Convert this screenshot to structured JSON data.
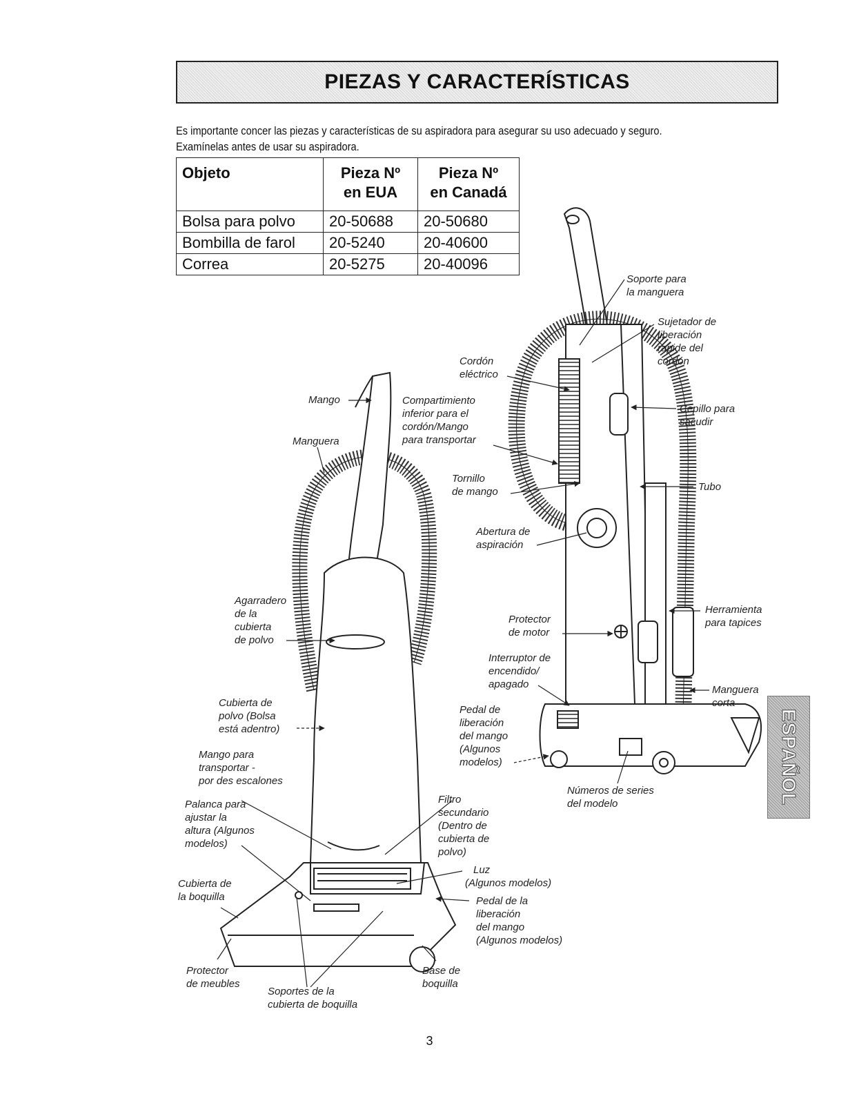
{
  "header": {
    "title": "PIEZAS Y CARACTERÍSTICAS"
  },
  "intro": {
    "line1": "Es importante concer las piezas y características de su aspiradora para asegurar su uso adecuado y seguro.",
    "line2": "Examínelas antes de usar su aspiradora."
  },
  "parts_table": {
    "headers": [
      "Objeto",
      "Pieza Nº en EUA",
      "Pieza Nº en Canadá"
    ],
    "header_lines": [
      [
        "Objeto"
      ],
      [
        "Pieza Nº",
        "en EUA"
      ],
      [
        "Pieza Nº",
        "en Canadá"
      ]
    ],
    "rows": [
      [
        "Bolsa para polvo",
        "20-50688",
        "20-50680"
      ],
      [
        "Bombilla de farol",
        "20-5240",
        "20-40600"
      ],
      [
        "Correa",
        "20-5275",
        "20-40096"
      ]
    ]
  },
  "front_labels": {
    "mango": "Mango",
    "manguera": "Manguera",
    "agarradero": [
      "Agarradero",
      "de la",
      "cubierta",
      "de polvo"
    ],
    "cubierta_polvo": [
      "Cubierta de",
      "polvo (Bolsa",
      "está adentro)"
    ],
    "mango_transportar": [
      "Mango para",
      "transportar -",
      "por des escalones"
    ],
    "palanca": [
      "Palanca para",
      "ajustar la",
      "altura (Algunos",
      "modelos)"
    ],
    "cubierta_boquilla": [
      "Cubierta de",
      "la boquilla"
    ],
    "protector_muebles": [
      "Protector",
      "de meubles"
    ],
    "soportes": [
      "Soportes de la",
      "cubierta de boquilla"
    ],
    "base_boquilla": [
      "Base de",
      "boquilla"
    ],
    "pedal_liberacion": [
      "Pedal de la",
      "liberación",
      "del mango",
      "(Algunos modelos)"
    ],
    "luz": [
      "Luz",
      "(Algunos modelos)"
    ],
    "filtro": [
      "Filtro",
      "secundario",
      "(Dentro de",
      "cubierta de",
      "polvo)"
    ]
  },
  "back_labels": {
    "soporte_manguera": [
      "Soporte para",
      "la manguera"
    ],
    "sujetador": [
      "Sujetador de",
      "liberación",
      "rapide del",
      "cordón"
    ],
    "cordon": [
      "Cordón",
      "eléctrico"
    ],
    "compartimiento": [
      "Compartimiento",
      "inferior para el",
      "cordón/Mango",
      "para transportar"
    ],
    "cepillo": [
      "Cepillo para",
      "sacudir"
    ],
    "tornillo": [
      "Tornillo",
      "de mango"
    ],
    "tubo": "Tubo",
    "abertura": [
      "Abertura de",
      "aspiración"
    ],
    "protector_motor": [
      "Protector",
      "de motor"
    ],
    "herramienta": [
      "Herramienta",
      "para tapices"
    ],
    "interruptor": [
      "Interruptor de",
      "encendido/",
      "apagado"
    ],
    "manguera_corta": [
      "Manguera",
      "corta"
    ],
    "pedal_mango": [
      "Pedal de",
      "liberación",
      "del mango",
      "(Algunos",
      "modelos)"
    ],
    "numeros": [
      "Números de series",
      "del modelo"
    ]
  },
  "side_tab": "ESPAÑOL",
  "page_number": "3"
}
